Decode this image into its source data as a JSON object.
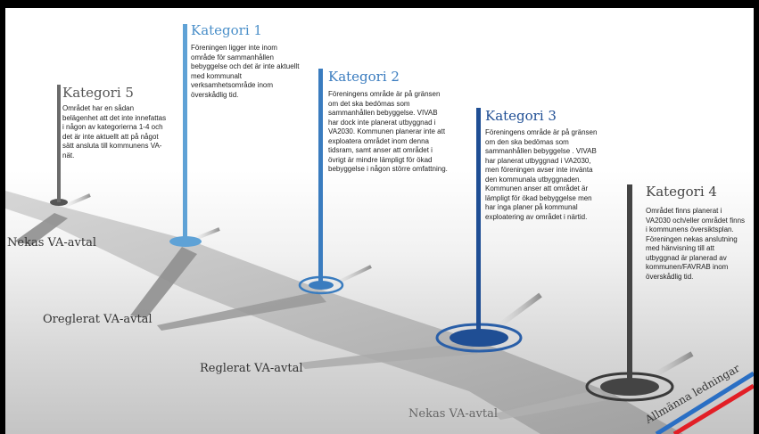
{
  "categories": [
    {
      "title": "Kategori 1",
      "color": "#4a8fc9",
      "body": "Föreningen ligger inte inom område för sammanhållen bebyggelse och det är inte aktuellt med kommunalt verksamhetsområde inom överskådlig tid."
    },
    {
      "title": "Kategori 2",
      "color": "#3a7cbf",
      "body": "Föreningens område är på gränsen om det ska bedömas som sammanhållen bebyggelse. VIVAB har dock inte planerat utbyggnad i VA2030. Kommunen planerar inte att exploatera området inom denna tidsram, samt anser att området i övrigt är mindre lämpligt för ökad bebyggelse i någon större omfattning."
    },
    {
      "title": "Kategori 3",
      "color": "#1f4e94",
      "body": "Föreningens område är på gränsen om den ska bedömas som sammanhållen bebyggelse . VIVAB har planerat utbyggnad i VA2030, men föreningen avser inte invänta den kommunala utbyggnaden. Kommunen anser att området är lämpligt för ökad bebyggelse men har inga planer på kommunal exploatering av området i närtid."
    },
    {
      "title": "Kategori 4",
      "color": "#444444",
      "body": "Området finns planerat i VA2030 och/eller området finns i kommunens översiktsplan. Föreningen nekas anslutning med hänvisning till att utbyggnad är planerad av kommunen/FAVRAB inom överskådlig tid."
    },
    {
      "title": "Kategori 5",
      "color": "#555555",
      "body": "Området har en sådan belägenhet att det inte innefattas i någon av kategorierna 1-4 och det är inte aktuellt att på något sätt ansluta till kommunens VA-nät."
    }
  ],
  "road_labels": {
    "nekas_top": "Nekas VA-avtal",
    "oreglerat": "Oreglerat VA-avtal",
    "reglerat": "Reglerat VA-avtal",
    "nekas_bottom": "Nekas VA-avtal",
    "pipes": "Allmänna ledningar"
  },
  "colors": {
    "road": "#a8a8a8",
    "pipe_red": "#e21f26",
    "pipe_blue": "#2a6fc4"
  }
}
